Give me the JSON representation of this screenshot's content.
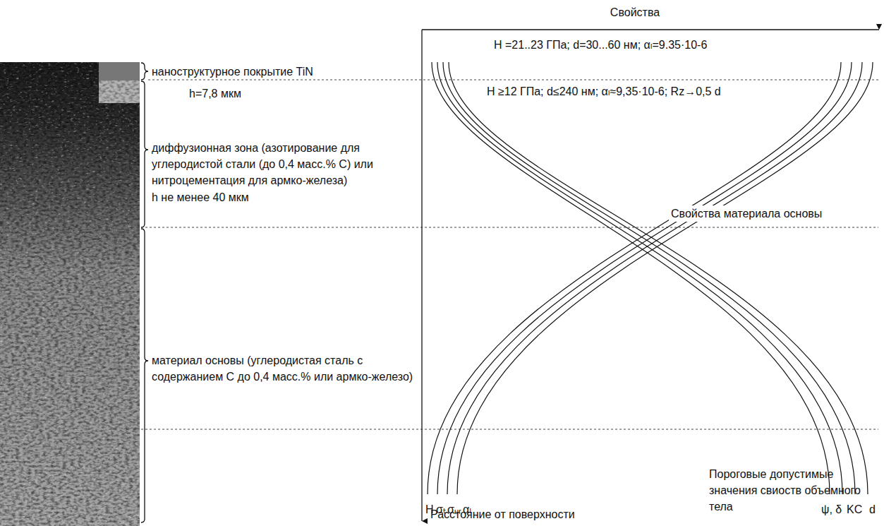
{
  "diagram": {
    "labels": [
      "Свойства",
      "H =21..23 ГПа; d=30...60 нм; αₗ=9.35·10-6",
      "наноструктурное покрытие TiN",
      "h=7,8 мкм",
      "H ≥12 ГПа; d≤240 нм; αₗ≈9,35·10-6; Rz→0,5 d",
      "диффузионная зона (азотирование для углеродистой стали (до 0,4 масс.% С) или нитроцементация для армко-железа)",
      "h не менее 40 мкм",
      "Свойства материала основы",
      "материал основы (углеродистая сталь с содержанием С до 0,4 масс.% или армко-железо)",
      "Пороговые допустимые значения свиоств объемного тела",
      "H",
      "σₜ",
      "σᵤᵣ",
      "αₗ",
      "ψ, δ",
      "KC",
      "d",
      "Расстояние от поверхности"
    ]
  }
}
